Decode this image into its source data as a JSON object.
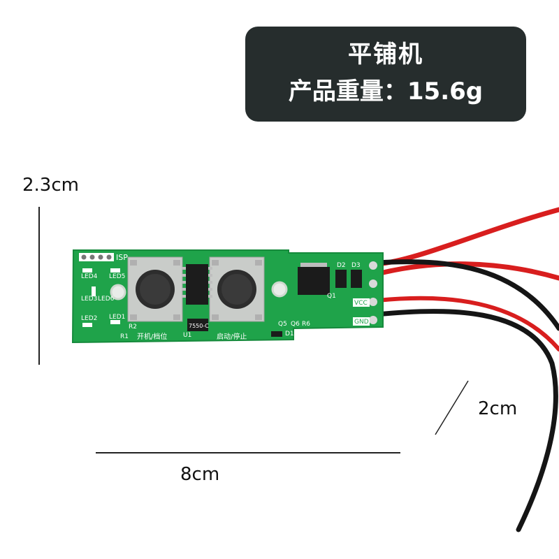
{
  "title_card": {
    "name": "平铺机",
    "weight_label": "产品重量：15.6g"
  },
  "dimensions": {
    "height": "2.3cm",
    "length": "8cm",
    "depth": "2cm"
  },
  "board_silkscreen": {
    "isp": "ISP",
    "led4": "LED4",
    "led5": "LED5",
    "led3": "LED3",
    "led6": "LED6",
    "led2": "LED2",
    "led1": "LED1",
    "r1": "R1",
    "r2": "R2",
    "btn1_label": "开机/档位",
    "btn2_label": "启动/停止",
    "u1": "U1",
    "chip": "7550-C",
    "q1": "Q1",
    "d1": "D1",
    "d2": "D2",
    "d3": "D3",
    "vcc": "VCC",
    "gnd": "GND",
    "q5": "Q5",
    "q6": "Q6",
    "r6": "R6"
  },
  "colors": {
    "pcb": "#1fa34a",
    "title_bg": "#262d2d",
    "wire_red": "#d81e1e",
    "wire_black": "#151515"
  }
}
